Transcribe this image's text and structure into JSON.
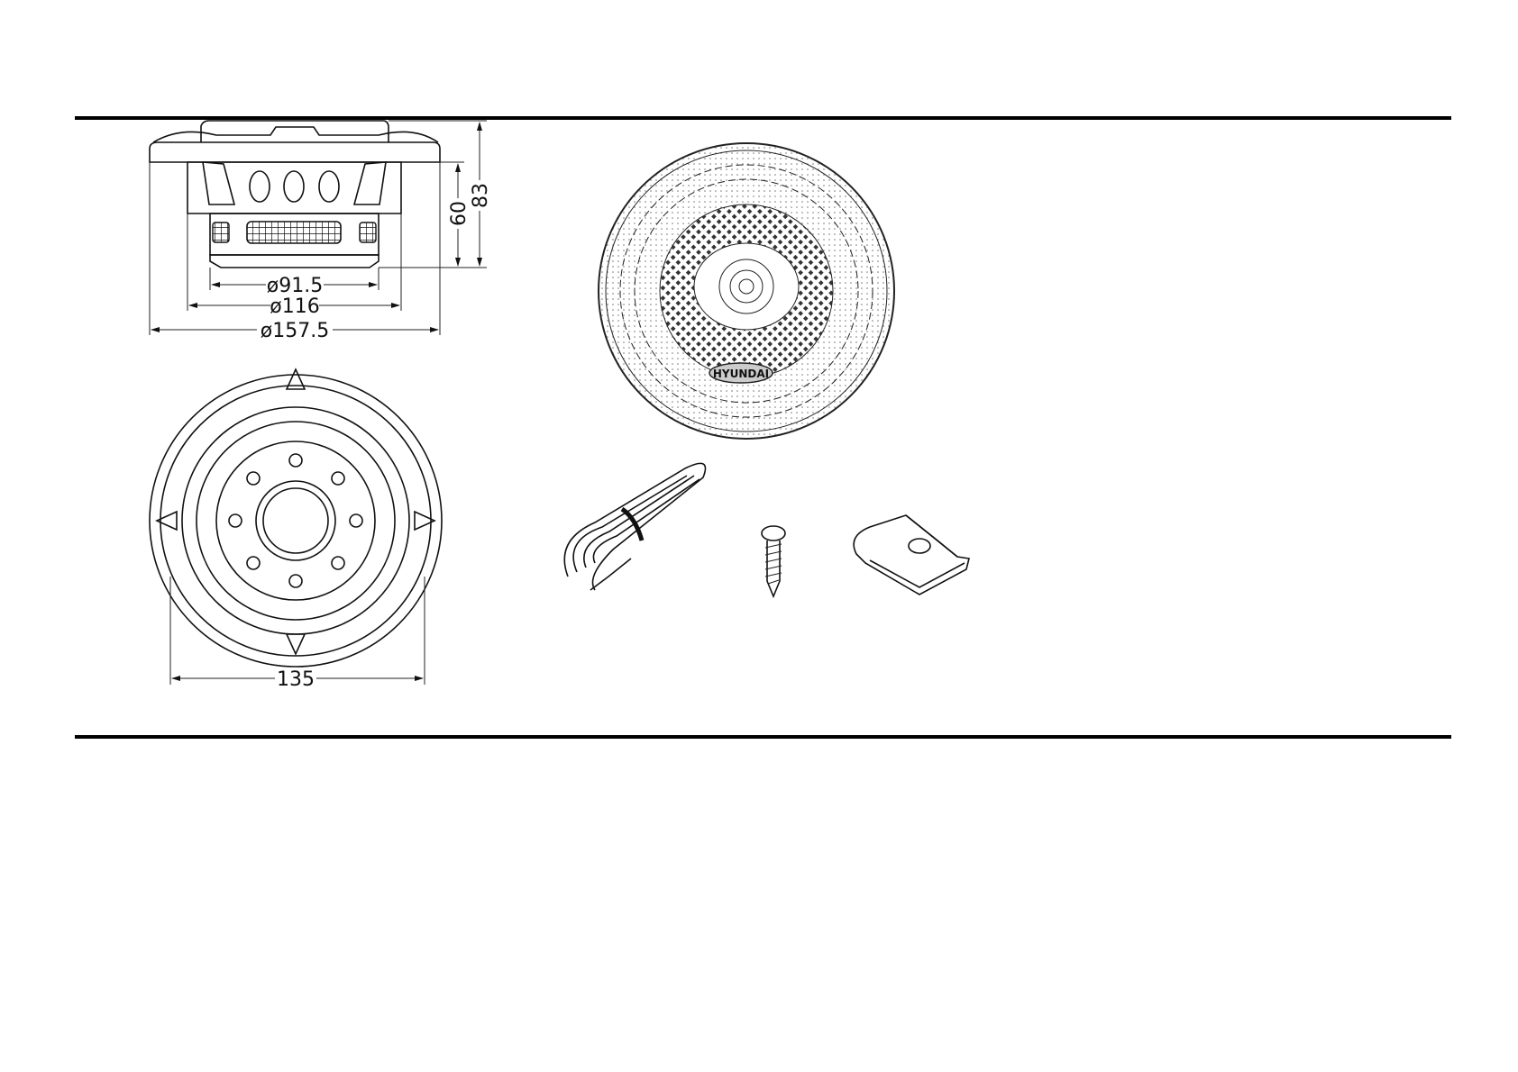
{
  "side_view": {
    "dimensions": {
      "magnet_diameter": "ø91.5",
      "basket_diameter": "ø116",
      "overall_diameter": "ø157.5",
      "mount_depth": "60",
      "total_depth": "83"
    }
  },
  "front_view": {
    "dimensions": {
      "mount_width": "135"
    }
  },
  "product_image": {
    "logo_text": "HYUNDAI"
  },
  "accessories": [
    "speaker-cable",
    "mounting-screw",
    "speed-clip"
  ]
}
